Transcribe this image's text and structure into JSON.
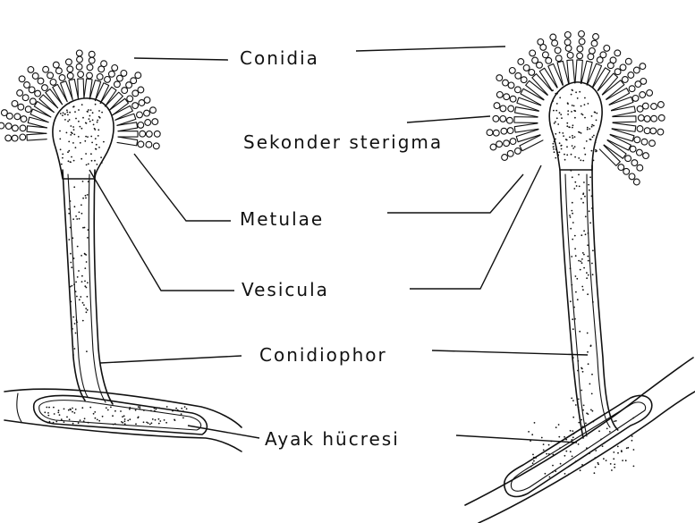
{
  "labels": {
    "conidia": "Conidia",
    "sekonder_sterigma": "Sekonder sterigma",
    "metulae": "Metulae",
    "vesicula": "Vesicula",
    "conidiophor": "Conidiophor",
    "ayak_hucresi": "Ayak hücresi"
  },
  "colors": {
    "ink": "#111111",
    "paper": "#ffffff"
  }
}
